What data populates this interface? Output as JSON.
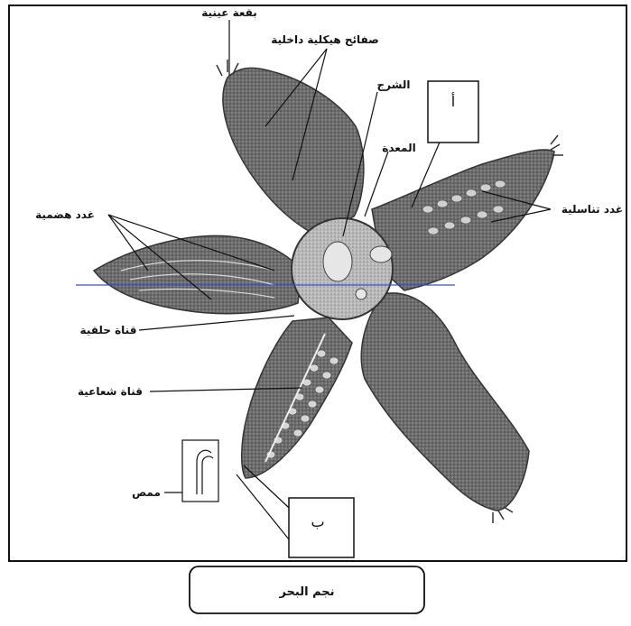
{
  "diagram": {
    "caption": "نجم البحر",
    "box_a": "أ",
    "box_b": "ب",
    "labels": {
      "eye_spot": "بقعة عينية",
      "skeletal_plates": "صفائح هيكلية داخلية",
      "anus": "الشرج",
      "stomach": "المعدة",
      "digestive_glands": "غدد هضمية",
      "gonads": "غدد تناسلية",
      "ring_canal": "قناة حلقية",
      "radial_canal": "قناة شعاعية",
      "tube_foot": "ممص"
    },
    "colors": {
      "arm_fill": "#6f6f6f",
      "arm_dark": "#4a4a4a",
      "disc_fill": "#bdbdbd",
      "line": "#111111",
      "blue_line": "#3a4fd0"
    }
  }
}
